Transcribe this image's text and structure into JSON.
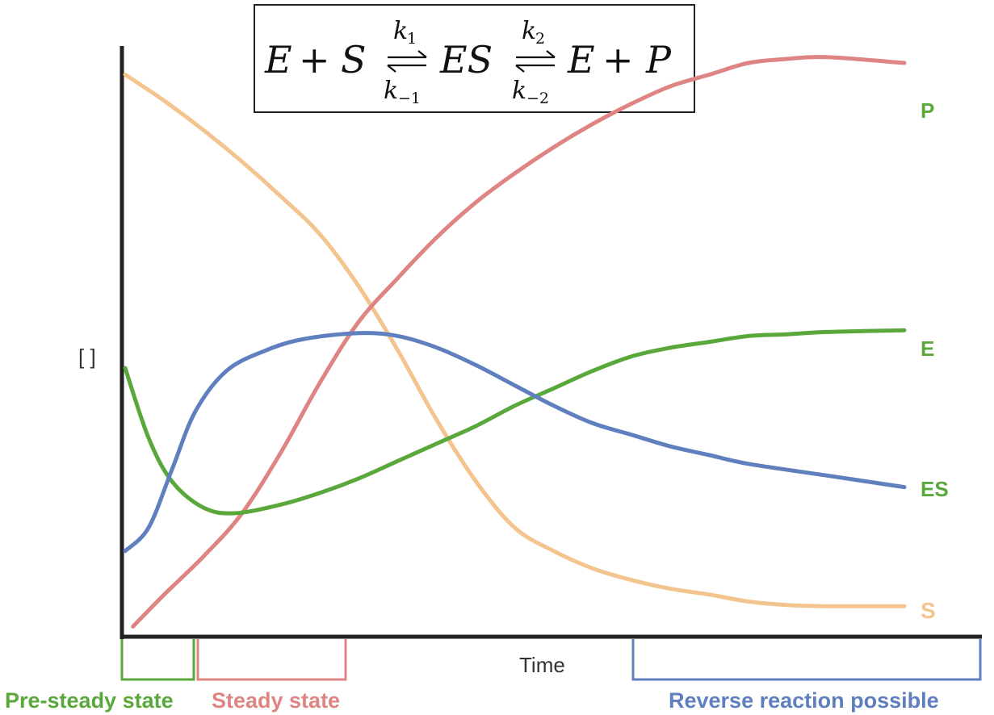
{
  "chart_data": {
    "type": "line",
    "title": "",
    "xlabel": "Time",
    "ylabel": "[ ]",
    "xlim": [
      0,
      10
    ],
    "ylim": [
      0,
      10
    ],
    "grid": false,
    "equation": {
      "left_e": "E",
      "plus1": "+",
      "left_s": "S",
      "k1": "k",
      "k1_sub": "1",
      "k_minus1": "k",
      "k_minus1_sub": "−1",
      "middle": "ES",
      "k2": "k",
      "k2_sub": "2",
      "k_minus2": "k",
      "k_minus2_sub": "−2",
      "right_e": "E",
      "plus2": "+",
      "right_p": "P"
    },
    "series": [
      {
        "name": "S",
        "color": "#f4c48f",
        "points": [
          [
            0.0,
            9.55
          ],
          [
            0.5,
            9.1
          ],
          [
            1.0,
            8.6
          ],
          [
            1.5,
            8.05
          ],
          [
            2.0,
            7.45
          ],
          [
            2.5,
            6.8
          ],
          [
            3.0,
            5.9
          ],
          [
            3.5,
            4.8
          ],
          [
            4.0,
            3.6
          ],
          [
            4.5,
            2.55
          ],
          [
            5.0,
            1.75
          ],
          [
            5.5,
            1.35
          ],
          [
            6.0,
            1.05
          ],
          [
            6.5,
            0.85
          ],
          [
            7.0,
            0.7
          ],
          [
            7.5,
            0.6
          ],
          [
            8.0,
            0.48
          ],
          [
            8.5,
            0.42
          ],
          [
            9.0,
            0.4
          ],
          [
            10.0,
            0.4
          ]
        ]
      },
      {
        "name": "P",
        "color": "#de8482",
        "points": [
          [
            0.1,
            0.05
          ],
          [
            0.5,
            0.6
          ],
          [
            1.0,
            1.25
          ],
          [
            1.5,
            2.0
          ],
          [
            2.0,
            3.05
          ],
          [
            2.5,
            4.25
          ],
          [
            3.0,
            5.3
          ],
          [
            3.5,
            6.05
          ],
          [
            4.0,
            6.75
          ],
          [
            4.5,
            7.35
          ],
          [
            5.0,
            7.85
          ],
          [
            5.5,
            8.3
          ],
          [
            6.0,
            8.7
          ],
          [
            6.5,
            9.05
          ],
          [
            7.0,
            9.35
          ],
          [
            7.5,
            9.55
          ],
          [
            8.0,
            9.75
          ],
          [
            8.5,
            9.82
          ],
          [
            9.0,
            9.85
          ],
          [
            10.0,
            9.75
          ]
        ]
      },
      {
        "name": "E",
        "color": "#5aa83c",
        "points": [
          [
            0.0,
            4.5
          ],
          [
            0.3,
            3.3
          ],
          [
            0.6,
            2.55
          ],
          [
            1.0,
            2.1
          ],
          [
            1.4,
            2.0
          ],
          [
            2.0,
            2.15
          ],
          [
            2.5,
            2.35
          ],
          [
            3.0,
            2.6
          ],
          [
            3.5,
            2.9
          ],
          [
            4.0,
            3.2
          ],
          [
            4.5,
            3.5
          ],
          [
            5.0,
            3.85
          ],
          [
            5.5,
            4.15
          ],
          [
            6.0,
            4.45
          ],
          [
            6.5,
            4.7
          ],
          [
            7.0,
            4.85
          ],
          [
            7.5,
            4.95
          ],
          [
            8.0,
            5.05
          ],
          [
            8.5,
            5.08
          ],
          [
            9.0,
            5.12
          ],
          [
            10.0,
            5.15
          ]
        ]
      },
      {
        "name": "ES",
        "color": "#5f7fbe",
        "points": [
          [
            0.0,
            1.35
          ],
          [
            0.3,
            1.75
          ],
          [
            0.6,
            2.75
          ],
          [
            0.9,
            3.75
          ],
          [
            1.3,
            4.45
          ],
          [
            1.8,
            4.8
          ],
          [
            2.3,
            5.0
          ],
          [
            3.0,
            5.1
          ],
          [
            3.5,
            5.05
          ],
          [
            4.0,
            4.85
          ],
          [
            4.5,
            4.55
          ],
          [
            5.0,
            4.2
          ],
          [
            5.5,
            3.85
          ],
          [
            6.0,
            3.55
          ],
          [
            6.5,
            3.35
          ],
          [
            7.0,
            3.15
          ],
          [
            7.5,
            3.0
          ],
          [
            8.0,
            2.85
          ],
          [
            9.0,
            2.65
          ],
          [
            10.0,
            2.45
          ]
        ]
      }
    ],
    "phases": [
      {
        "label": "Pre-steady state",
        "color": "#5aa83c"
      },
      {
        "label": "Steady state",
        "color": "#de8482"
      },
      {
        "label": "Reverse reaction possible",
        "color": "#5f7fbe"
      }
    ]
  }
}
